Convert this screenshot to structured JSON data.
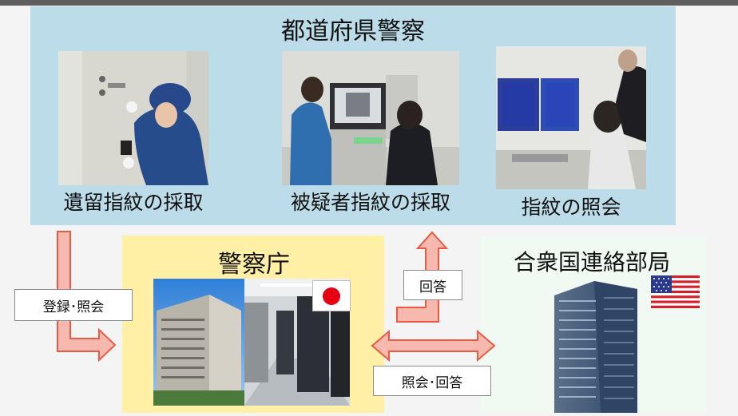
{
  "diagram": {
    "prefecture": {
      "title": "都道府県警察",
      "photos": [
        {
          "caption": "遺留指紋の採取"
        },
        {
          "caption": "被疑者指紋の採取"
        },
        {
          "caption": "指紋の照会"
        }
      ]
    },
    "npa": {
      "title": "警察庁"
    },
    "us": {
      "title": "合衆国連絡部局"
    },
    "edges": {
      "register_label": "登録･照会",
      "reply_label": "回答",
      "exchange_label": "照会･回答"
    },
    "colors": {
      "prefecture_panel": "#bcdcea",
      "npa_panel": "#fff0a6",
      "us_panel": "#f1faf2",
      "arrow_fill": "#f7b8ad",
      "arrow_stroke": "#ea5a45",
      "flag_jp_disc": "#e60012"
    },
    "icons": [
      "japan-flag-icon",
      "usa-flag-icon",
      "office-building-icon"
    ]
  }
}
